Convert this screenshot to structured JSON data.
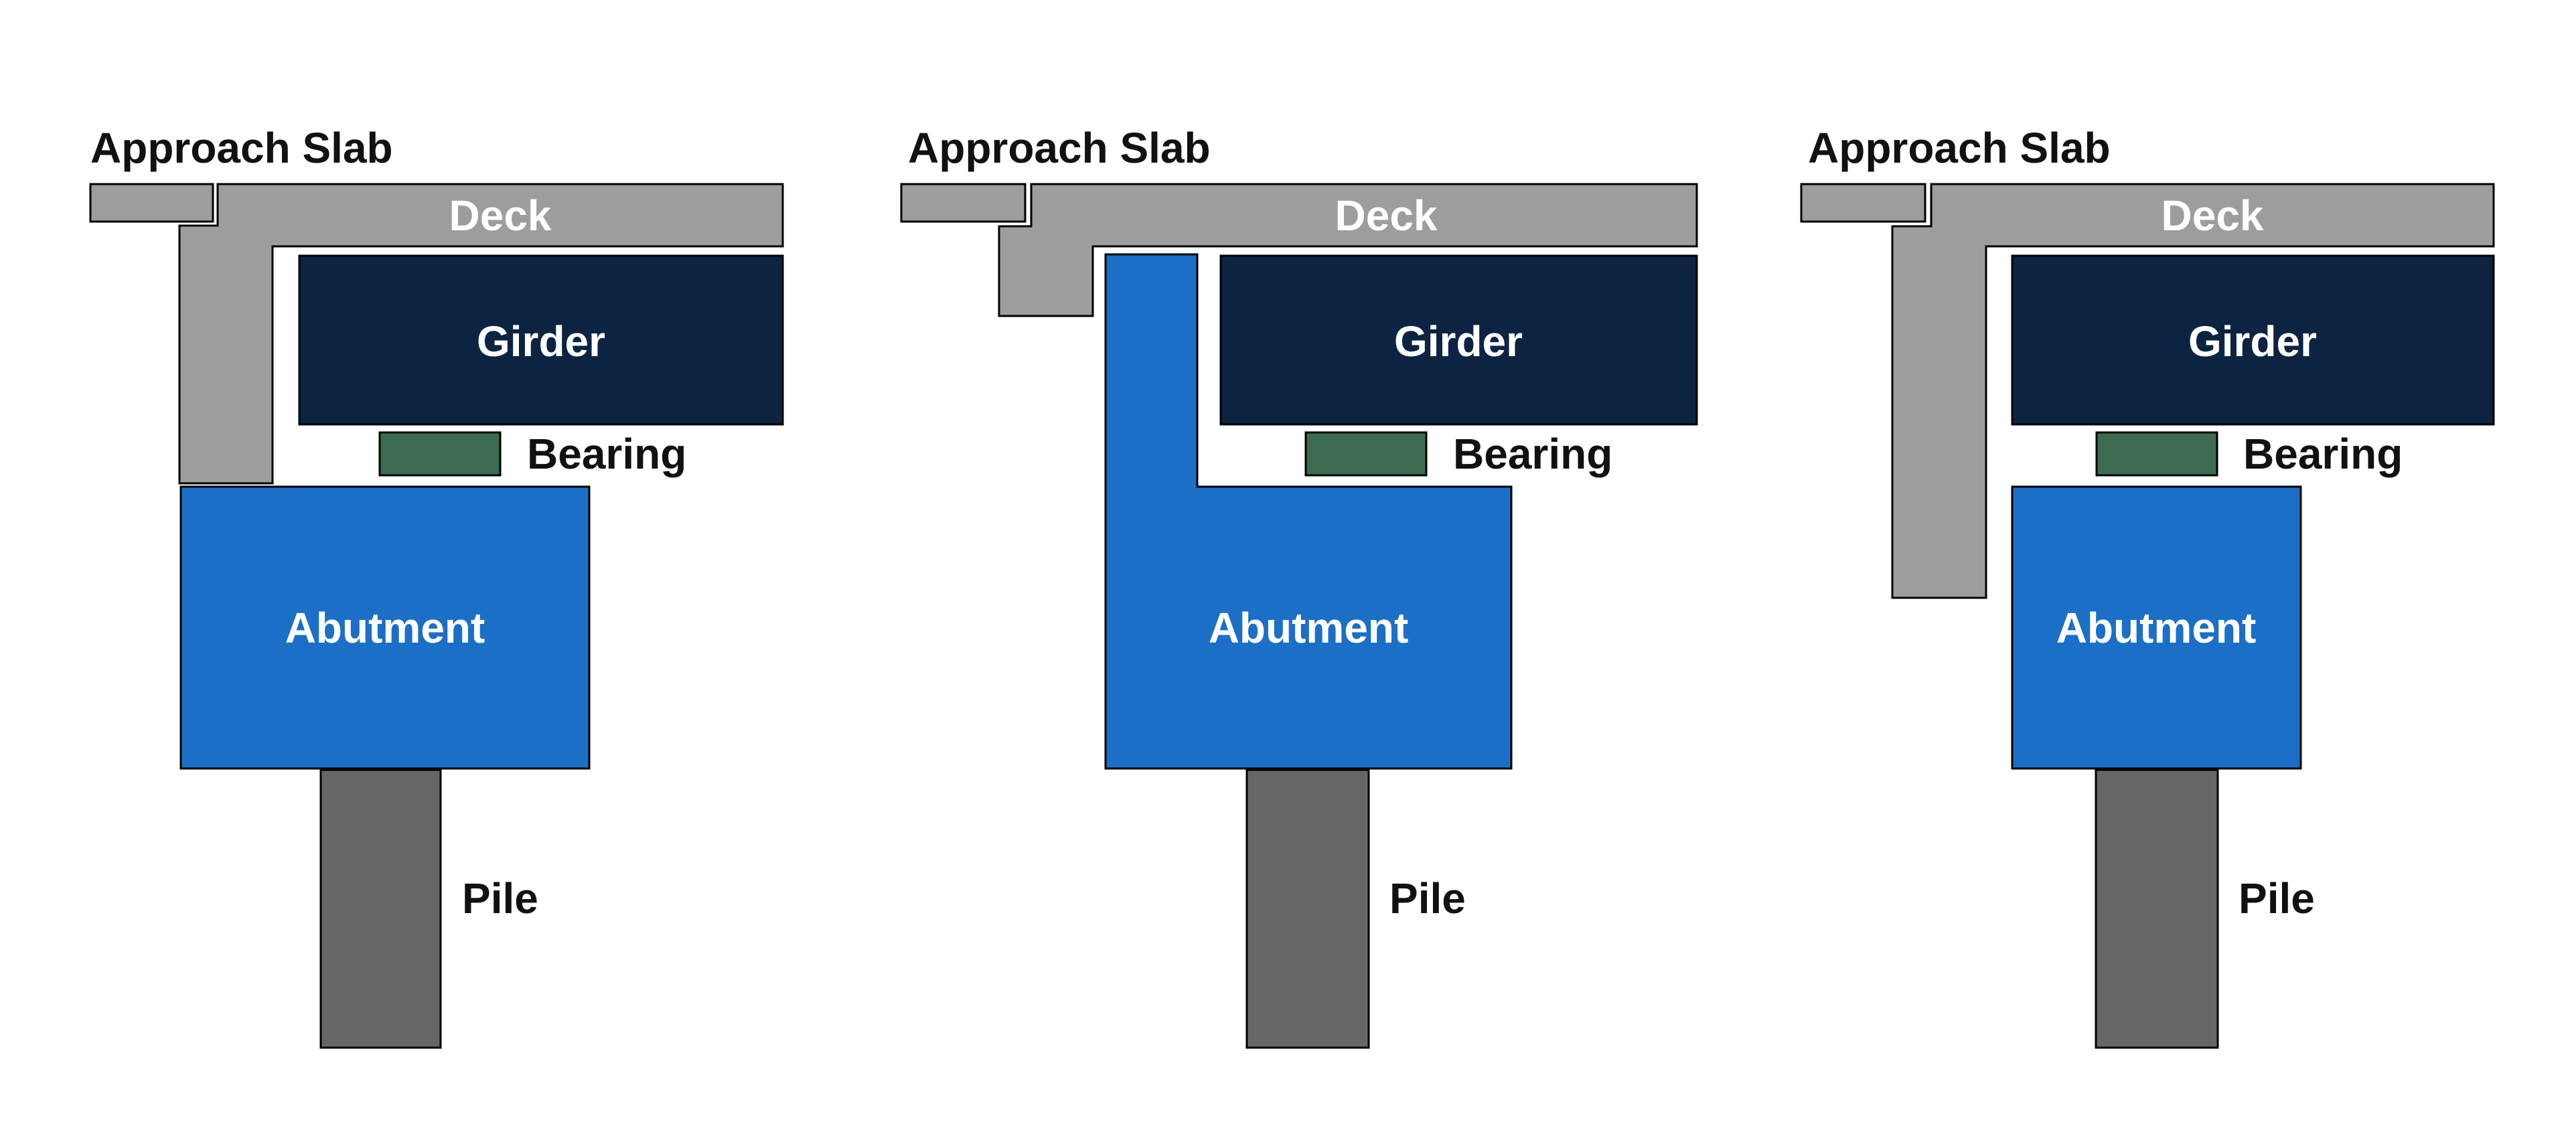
{
  "diagram": {
    "labels": {
      "approach_slab": "Approach Slab",
      "deck": "Deck",
      "girder": "Girder",
      "bearing": "Bearing",
      "abutment": "Abutment",
      "pile": "Pile"
    },
    "colors": {
      "deck_gray": "#9d9d9d",
      "girder_navy": "#0c2442",
      "bearing_green": "#3d6b4f",
      "abutment_blue": "#1b6fc6",
      "pile_gray": "#666666",
      "outline_black": "#000000",
      "label_dark": "#111111",
      "label_light": "#ffffff",
      "background": "#ffffff"
    }
  }
}
